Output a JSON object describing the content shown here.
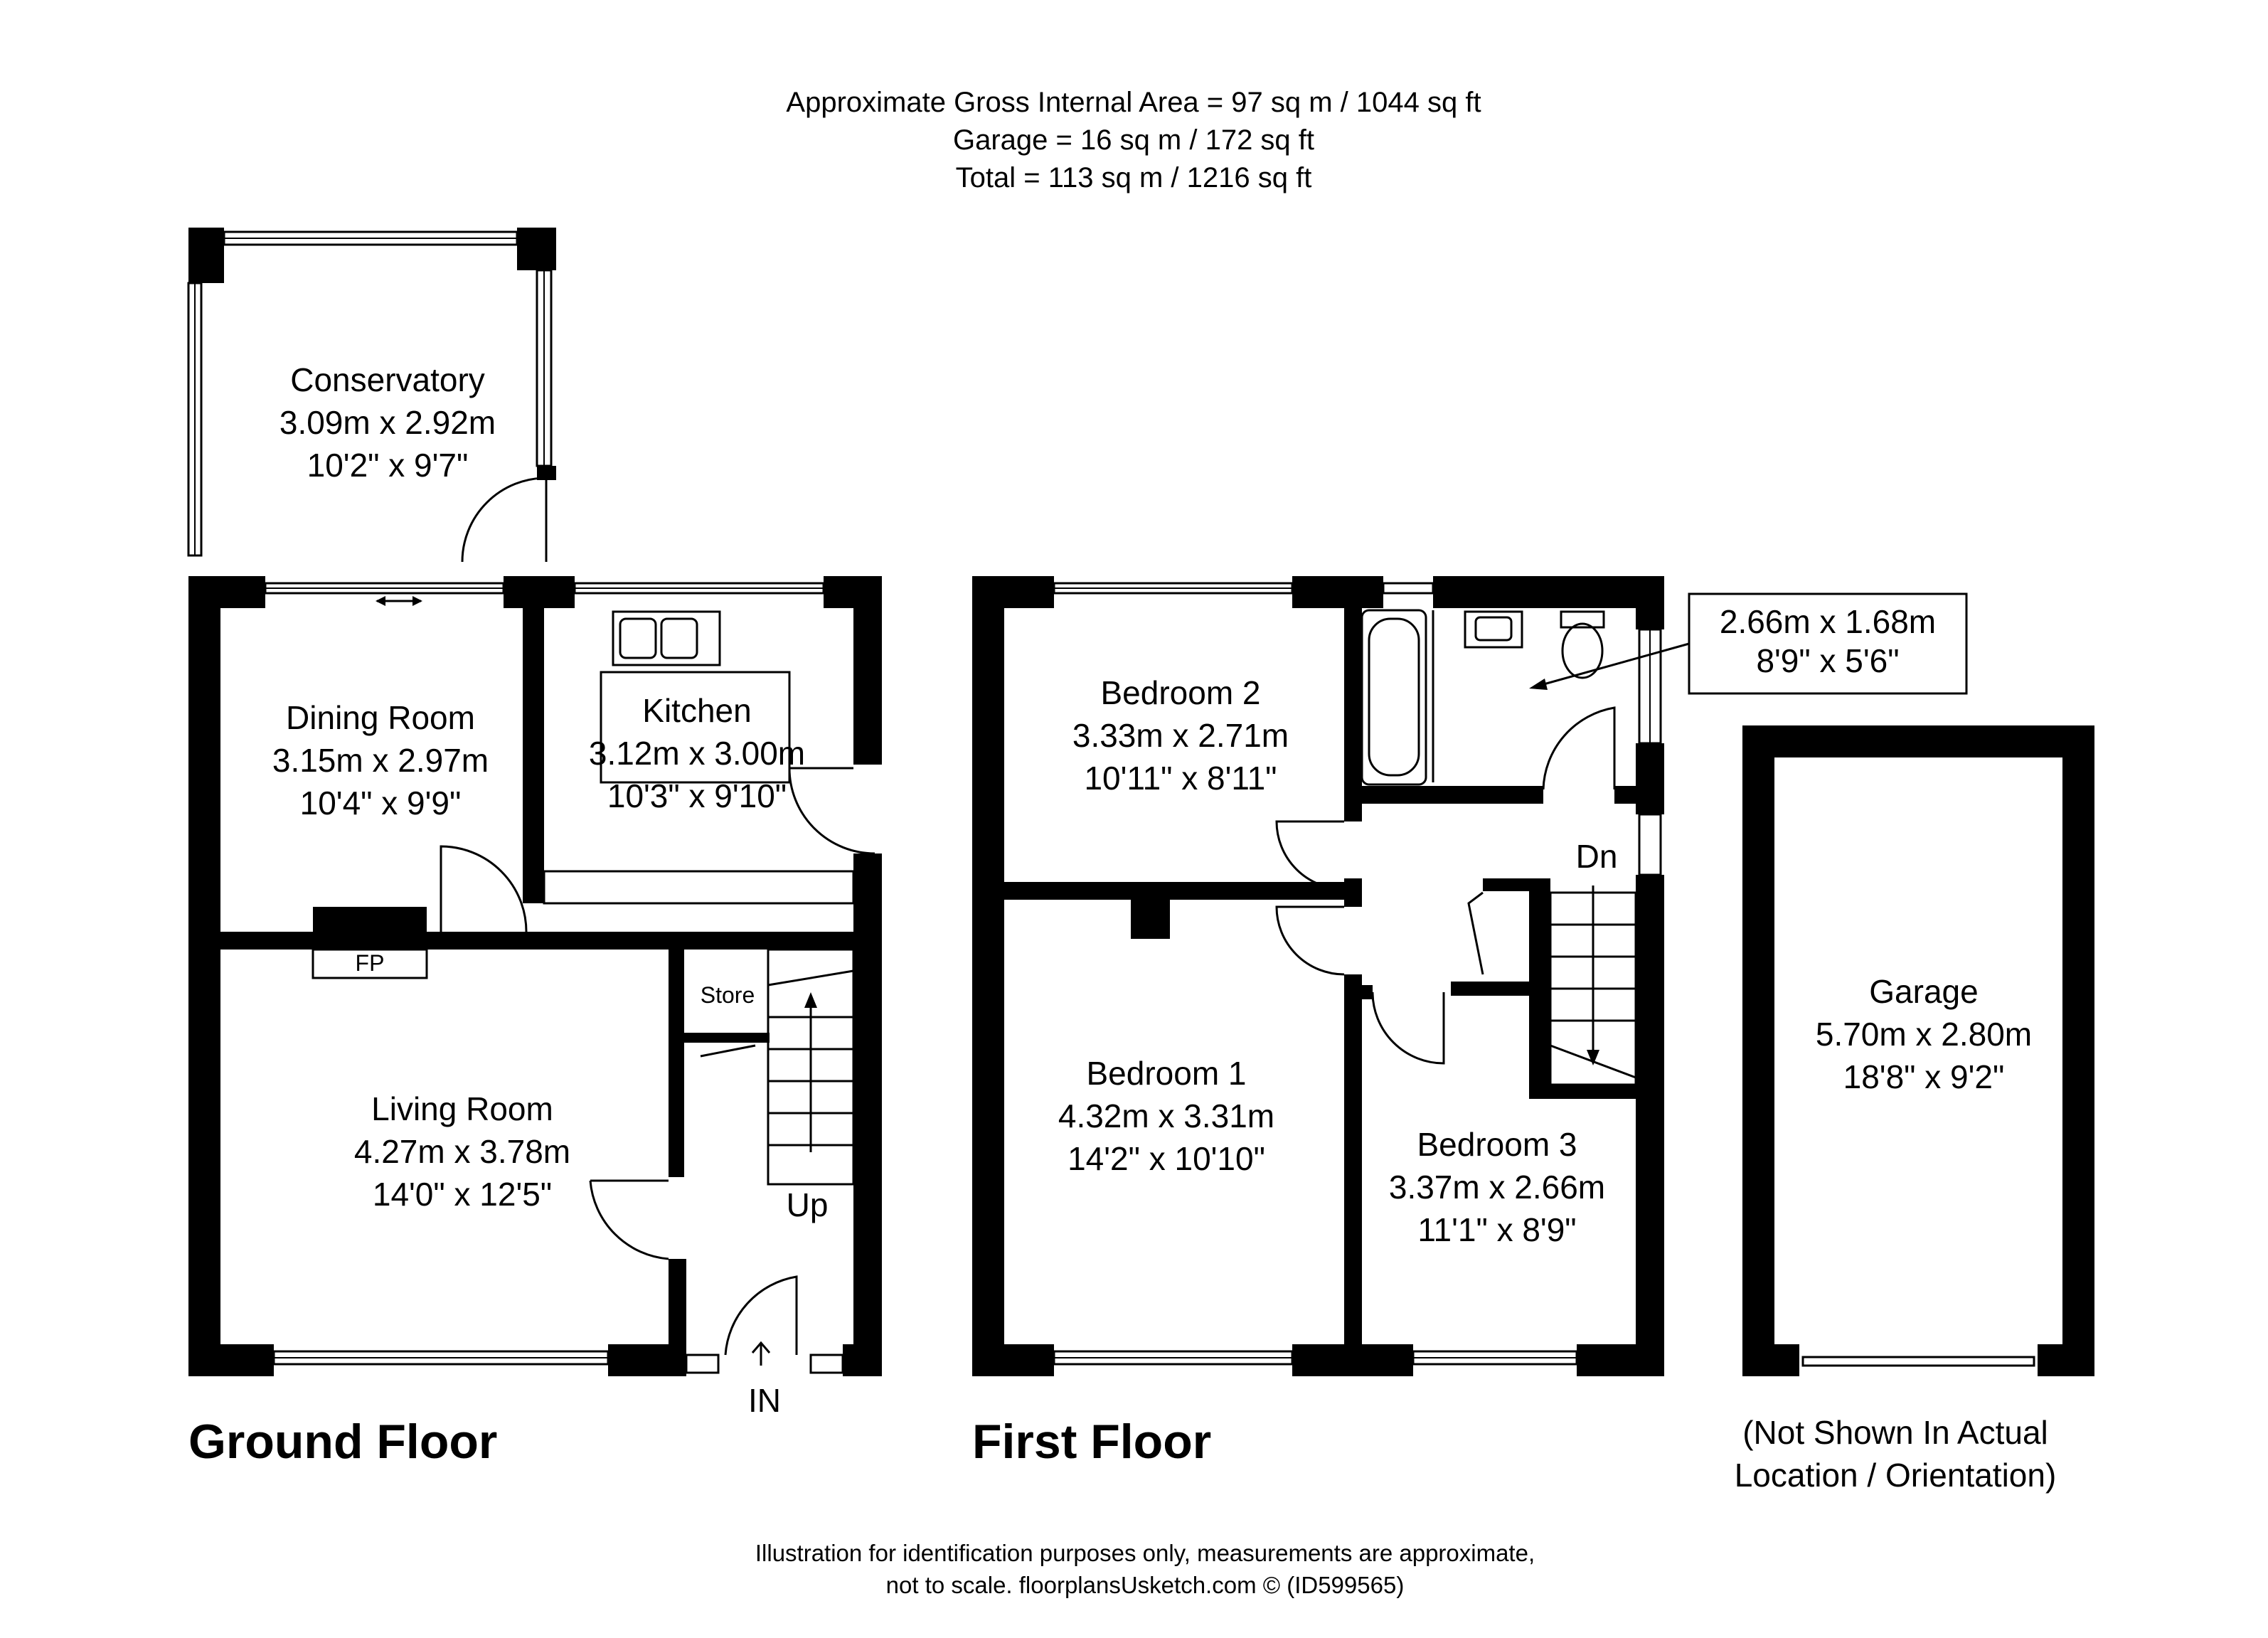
{
  "header": {
    "line1": "Approximate Gross Internal Area = 97 sq m / 1044 sq ft",
    "line2": "Garage = 16 sq m / 172 sq ft",
    "line3": "Total = 113 sq m / 1216 sq ft"
  },
  "ground_floor": {
    "title": "Ground Floor",
    "rooms": {
      "conservatory": {
        "name": "Conservatory",
        "metric": "3.09m x 2.92m",
        "imperial": "10'2\" x 9'7\""
      },
      "dining": {
        "name": "Dining Room",
        "metric": "3.15m x 2.97m",
        "imperial": "10'4\" x 9'9\""
      },
      "kitchen": {
        "name": "Kitchen",
        "metric": "3.12m x 3.00m",
        "imperial": "10'3\" x 9'10\""
      },
      "living": {
        "name": "Living Room",
        "metric": "4.27m x 3.78m",
        "imperial": "14'0\" x 12'5\""
      }
    },
    "fp_label": "FP",
    "store_label": "Store",
    "up_label": "Up",
    "in_label": "IN"
  },
  "first_floor": {
    "title": "First Floor",
    "rooms": {
      "bedroom2": {
        "name": "Bedroom 2",
        "metric": "3.33m x 2.71m",
        "imperial": "10'11\" x 8'11\""
      },
      "bedroom1": {
        "name": "Bedroom 1",
        "metric": "4.32m x 3.31m",
        "imperial": "14'2\" x 10'10\""
      },
      "bedroom3": {
        "name": "Bedroom 3",
        "metric": "3.37m x 2.66m",
        "imperial": "11'1\" x 8'9\""
      }
    },
    "bathroom_callout": {
      "metric": "2.66m x 1.68m",
      "imperial": "8'9\" x 5'6\""
    },
    "dn_label": "Dn"
  },
  "garage": {
    "name": "Garage",
    "metric": "5.70m x 2.80m",
    "imperial": "18'8\" x 9'2\"",
    "note_line1": "(Not Shown In Actual",
    "note_line2": "Location / Orientation)"
  },
  "footer": {
    "line1": "Illustration for identification purposes only, measurements are approximate,",
    "line2": "not to scale. floorplansUsketch.com © (ID599565)"
  }
}
